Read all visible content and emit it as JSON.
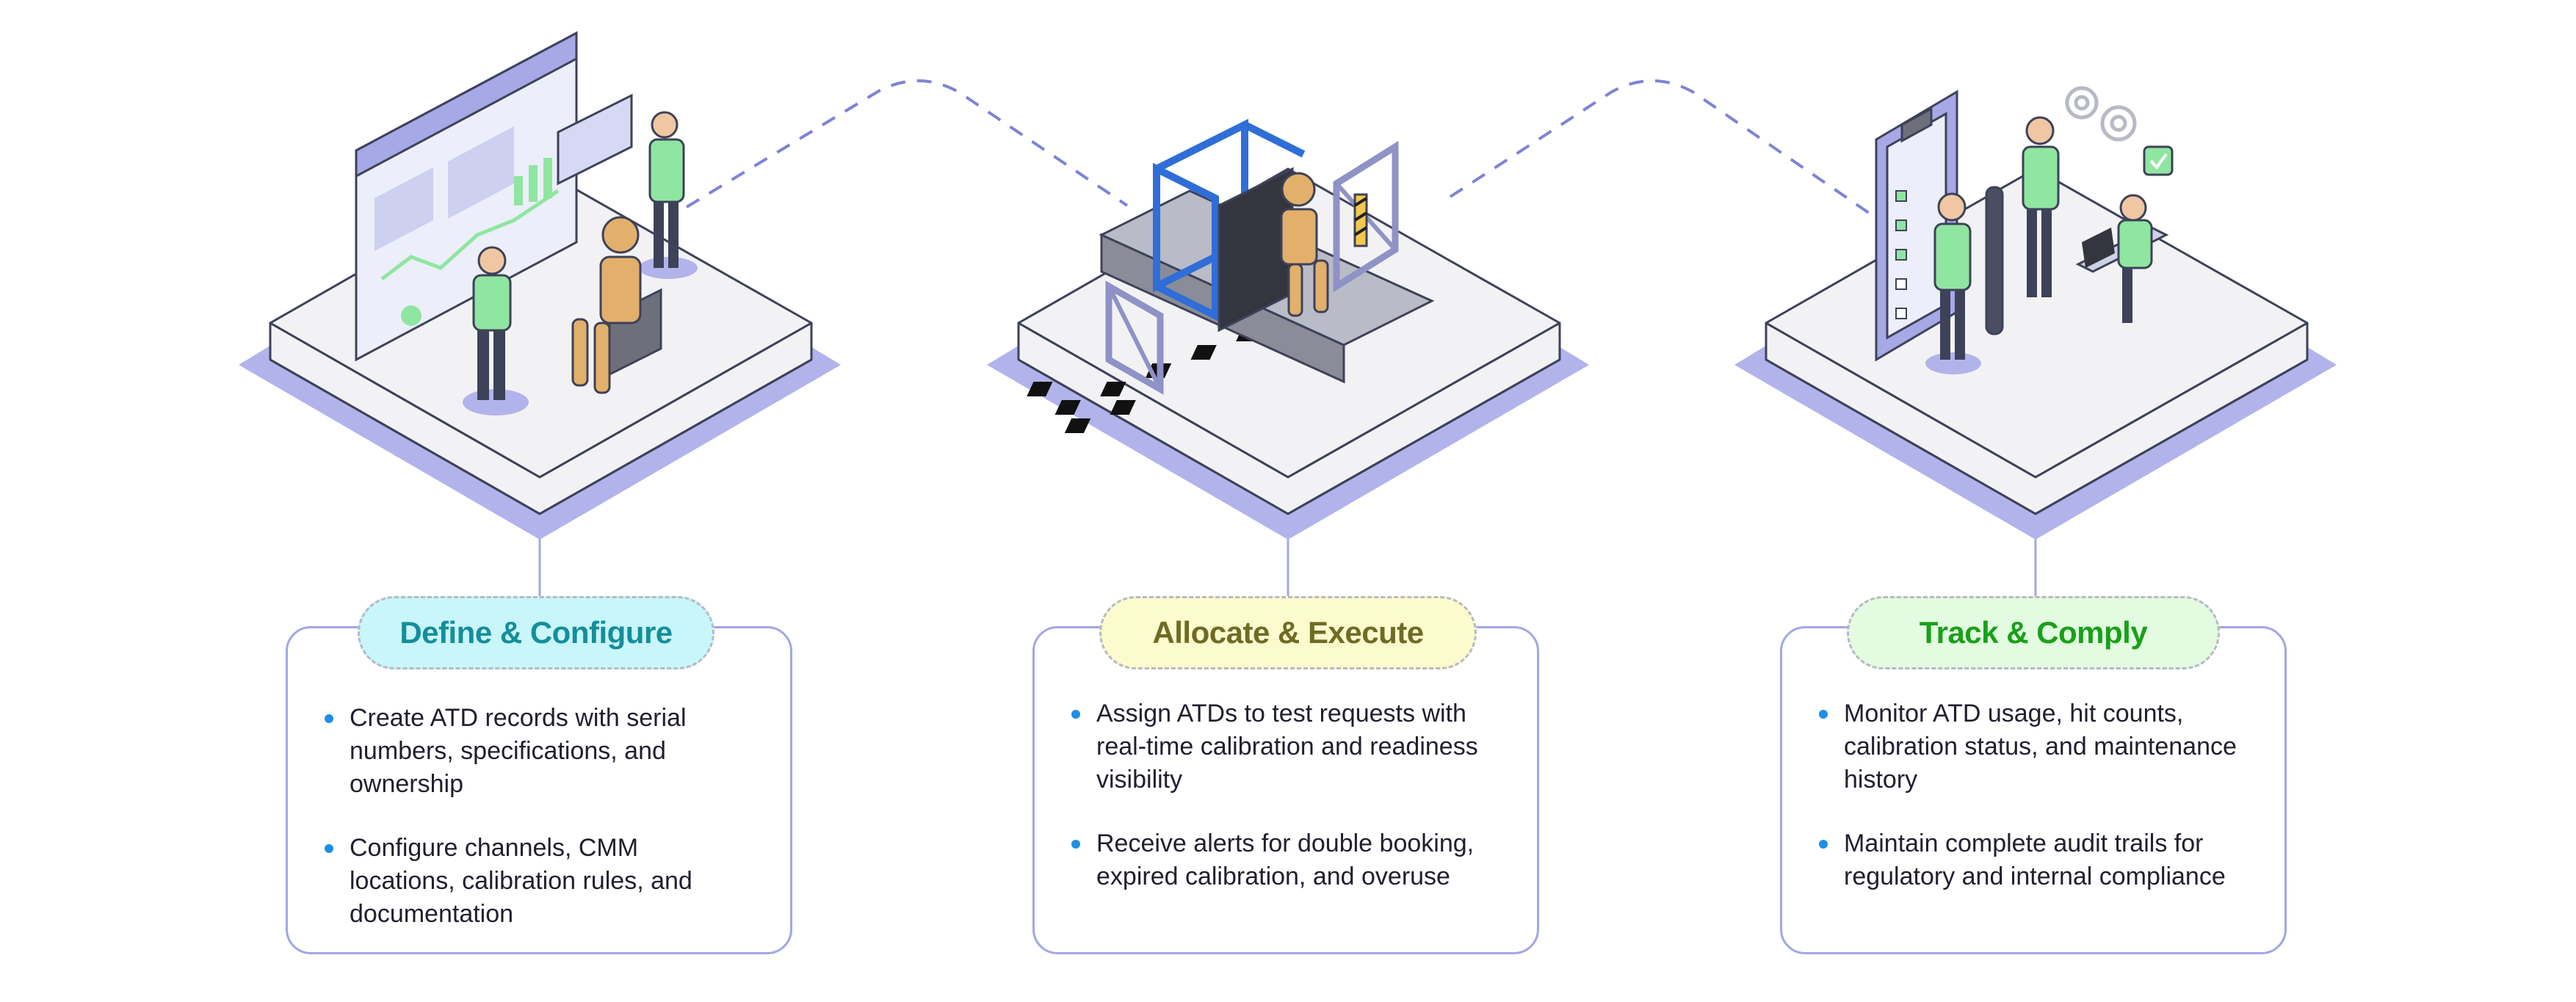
{
  "stages": [
    {
      "title": "Define & Configure",
      "bullets": [
        "Create ATD records with serial numbers, specifications, and ownership",
        "Configure channels, CMM locations, calibration rules, and documentation"
      ]
    },
    {
      "title": "Allocate & Execute",
      "bullets": [
        "Assign ATDs to test requests with real-time calibration and readiness visibility",
        "Receive alerts for double booking, expired calibration, and overuse"
      ]
    },
    {
      "title": "Track & Comply",
      "bullets": [
        "Monitor ATD usage, hit counts, calibration status, and maintenance history",
        "Maintain complete audit trails for regulatory and internal compliance"
      ]
    }
  ],
  "colors": {
    "platform_purple": "#b3b3ec",
    "platform_top": "#f2f2f4",
    "connector_dash": "#7f82d6",
    "card_border": "#a3a6e6",
    "bullet": "#1d8fe6",
    "figure_shirt": "#8fe6a0"
  },
  "icons": [
    "analytics-dashboard-icon",
    "crash-test-dummy-icon",
    "test-sled-rig-icon",
    "checklist-clipboard-icon",
    "gear-icon",
    "checkmark-badge-icon"
  ]
}
